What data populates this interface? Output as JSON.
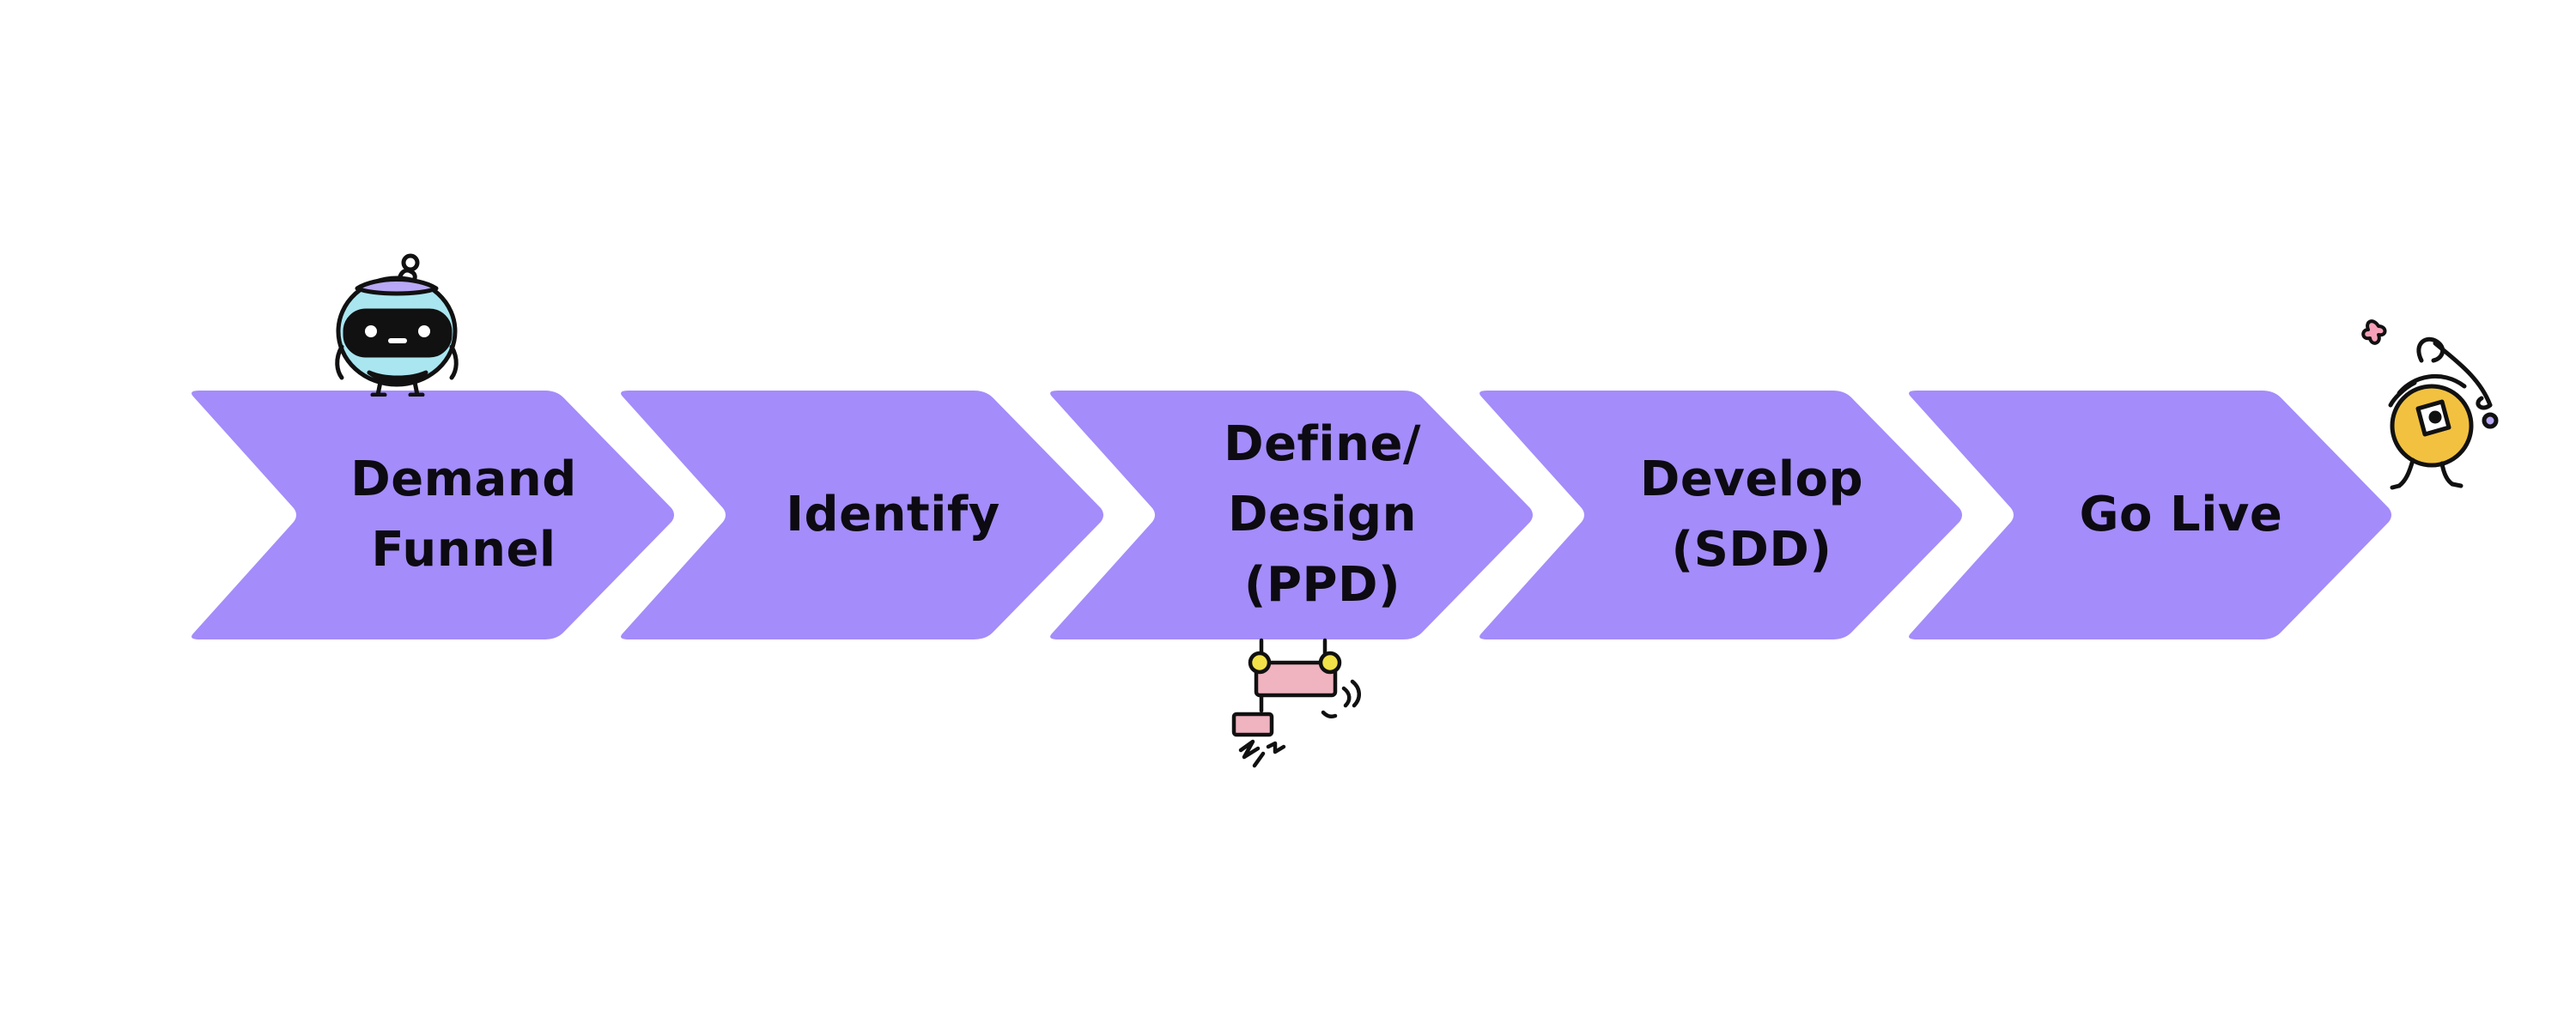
{
  "diagram": {
    "type": "process-chevron-flow",
    "fill_color": "#a48cfa",
    "stages": [
      {
        "label": "Demand\nFunnel"
      },
      {
        "label": "Identify"
      },
      {
        "label": "Define/\nDesign\n(PPD)"
      },
      {
        "label": "Develop\n(SDD)"
      },
      {
        "label": "Go Live"
      }
    ],
    "illustrations": [
      {
        "icon": "robot-mascot-icon",
        "colors": [
          "#a9e6f0",
          "#b8a8f5"
        ]
      },
      {
        "icon": "hanging-sign-doodle-icon",
        "color": "#f0b3c0"
      },
      {
        "icon": "tightrope-walker-mascot-icon",
        "colors": [
          "#f2c140",
          "#f5a0b8"
        ]
      }
    ]
  }
}
